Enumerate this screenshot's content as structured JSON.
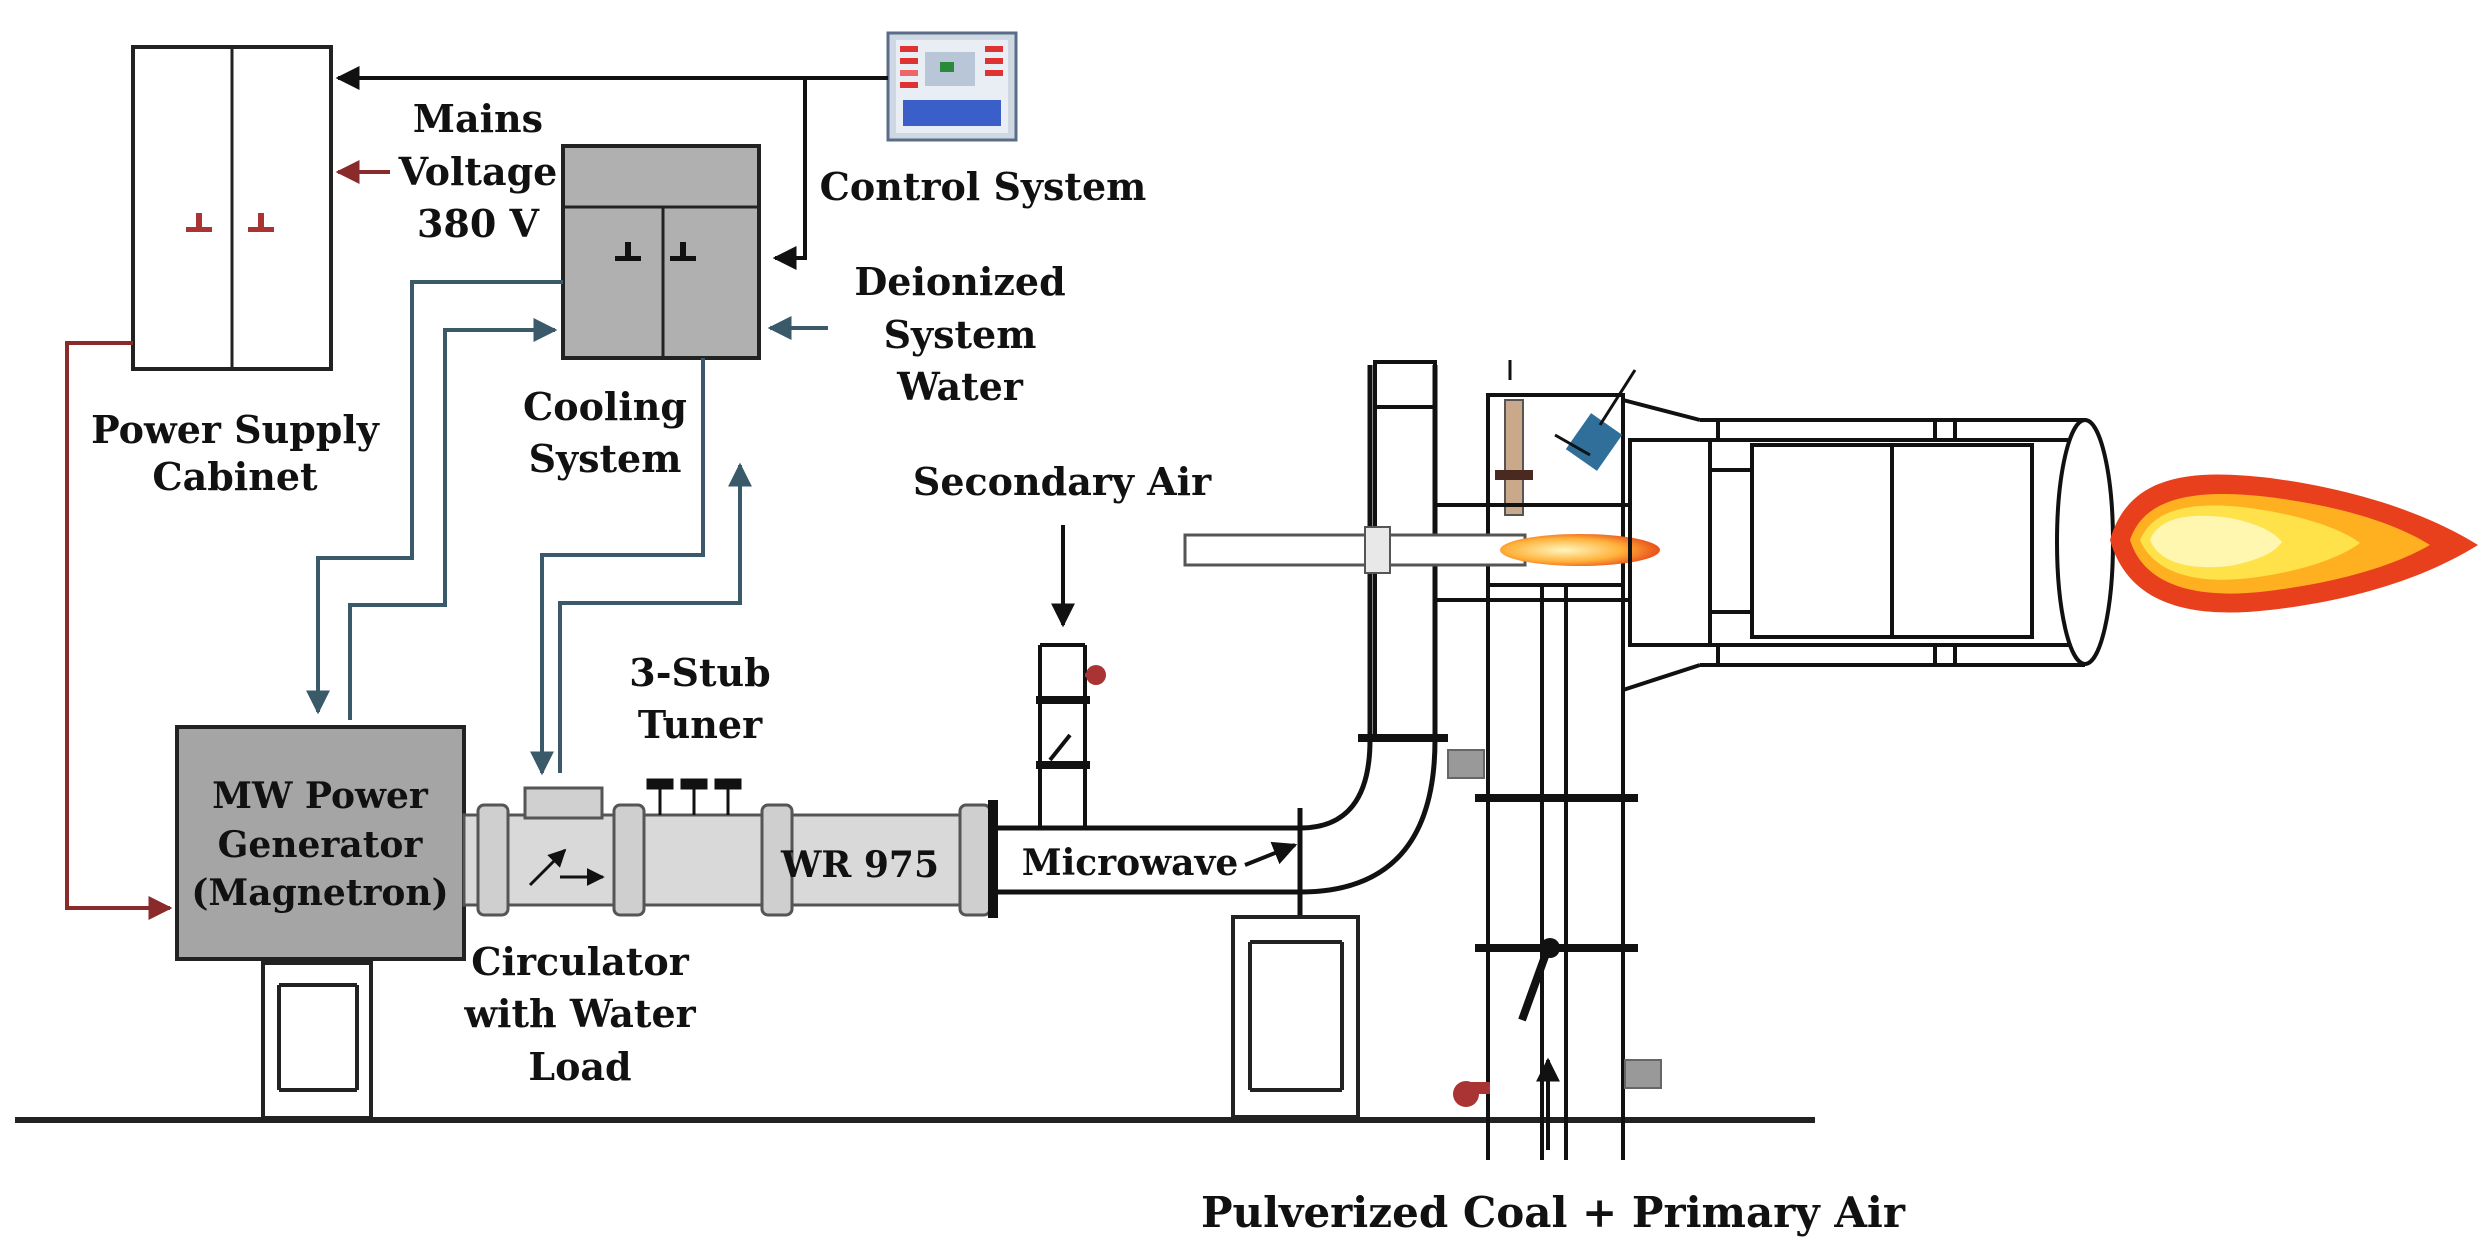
{
  "labels": {
    "control_system": "Control System",
    "mains_voltage": [
      "Mains",
      "Voltage",
      "380 V"
    ],
    "power_supply_cabinet": [
      "Power Supply",
      "Cabinet"
    ],
    "cooling_system": [
      "Cooling",
      "System"
    ],
    "deionized_water": [
      "Deionized",
      "System",
      "Water"
    ],
    "secondary_air": "Secondary Air",
    "stub_tuner": [
      "3-Stub",
      "Tuner"
    ],
    "mw_generator": [
      "MW Power",
      "Generator",
      "(Magnetron)"
    ],
    "circulator": [
      "Circulator",
      "with Water",
      "Load"
    ],
    "waveguide": "WR 975",
    "microwave": "Microwave",
    "pulverized_coal": "Pulverized Coal + Primary Air"
  },
  "colors": {
    "power_arrow": "#8b2a2a",
    "water_arrow": "#3a5a6a",
    "control_arrow": "#111111",
    "equipment_gray": "#a8a8a8",
    "waveguide_fill": "#d7d7d7",
    "flame_outer": "#e8401c",
    "flame_inner": "#ffd53a",
    "sensor_blue": "#2f6f9a"
  }
}
